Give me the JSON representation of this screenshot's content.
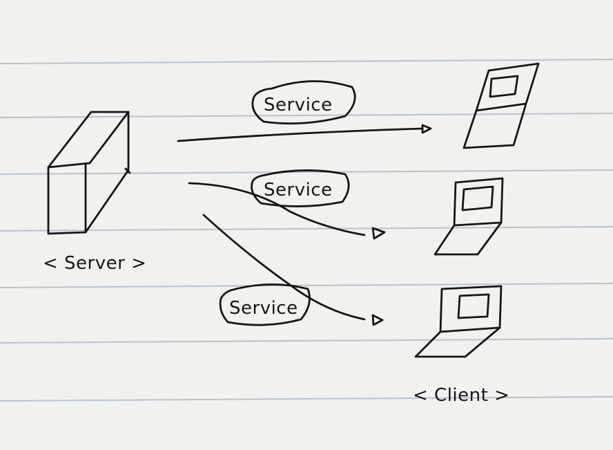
{
  "diagram": {
    "server_label": "< Server >",
    "client_label": "< Client >",
    "services": [
      {
        "label": "Service"
      },
      {
        "label": "Service"
      },
      {
        "label": "Service"
      }
    ]
  },
  "colors": {
    "paper": "#f1f1ee",
    "ruled_lines": "#9fb6c9",
    "ink": "#151515"
  }
}
